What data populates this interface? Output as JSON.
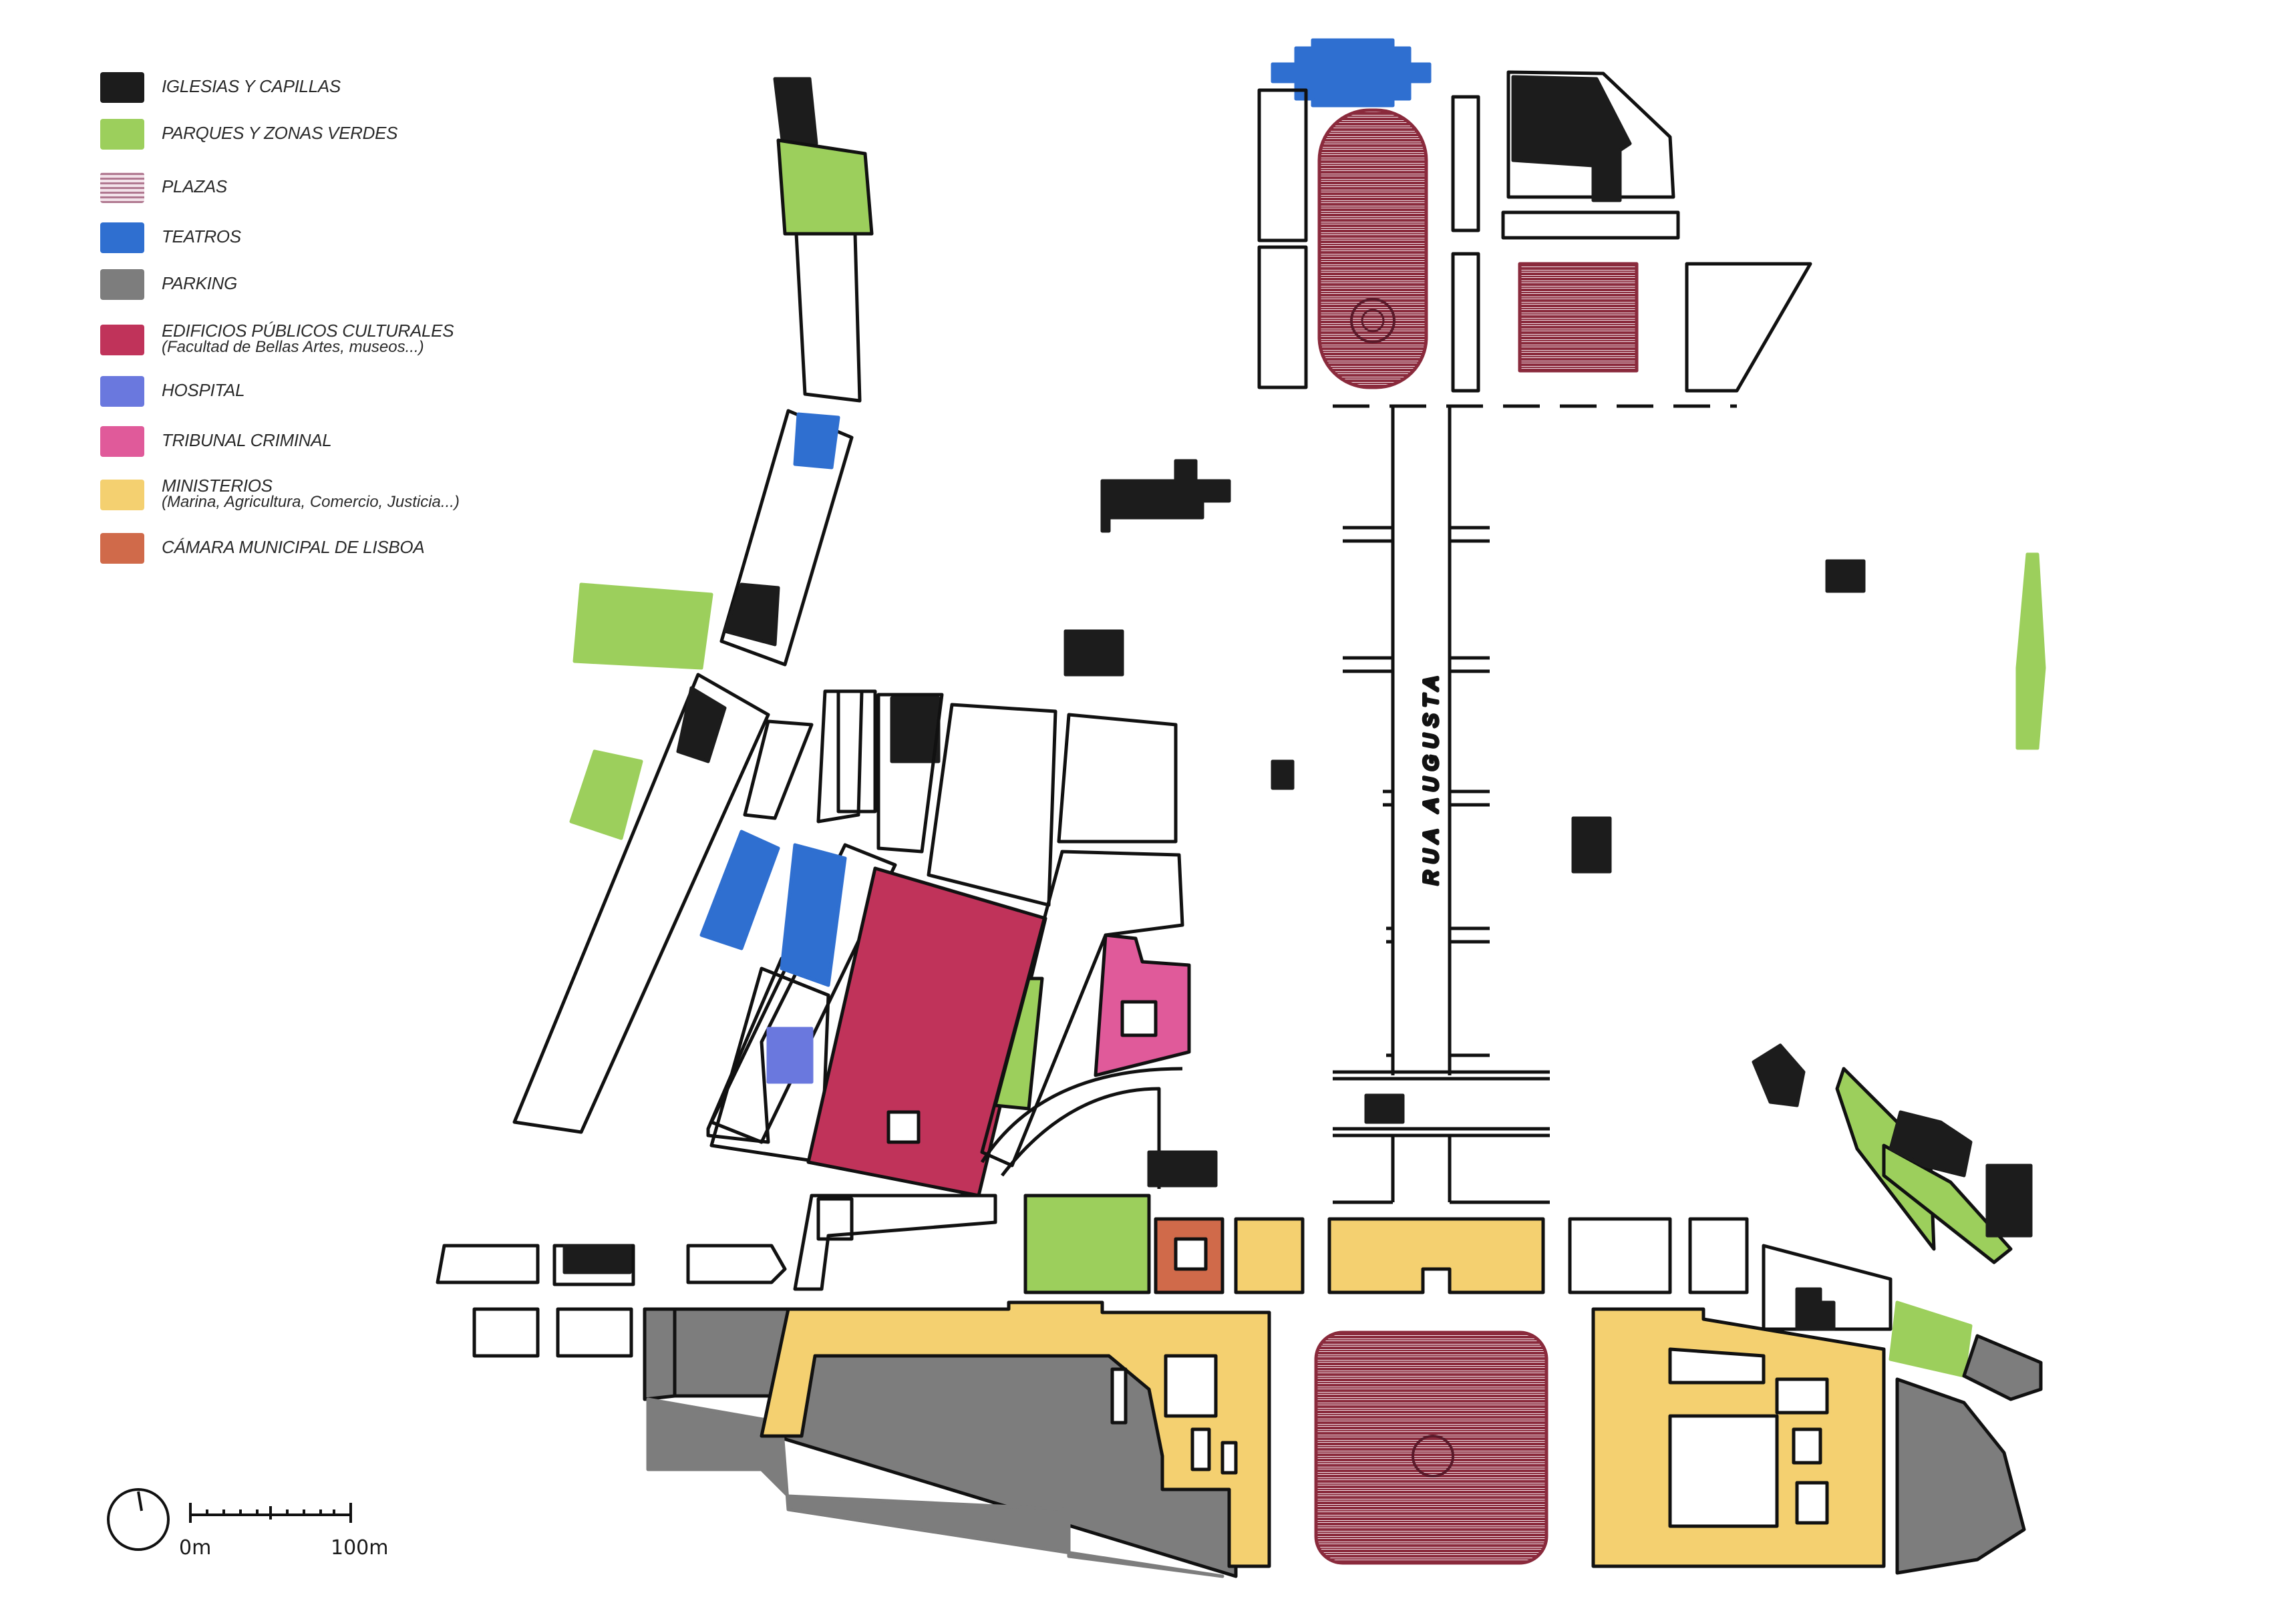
{
  "legend": {
    "items": [
      {
        "label": "IGLESIAS Y CAPILLAS",
        "sub": "",
        "color": "#1c1c1c"
      },
      {
        "label": "PARQUES Y ZONAS VERDES",
        "sub": "",
        "color": "#9ccf5c"
      },
      {
        "label": "PLAZAS",
        "sub": "",
        "color": "#c9a4b4"
      },
      {
        "label": "TEATROS",
        "sub": "",
        "color": "#2f6fd0"
      },
      {
        "label": "PARKING",
        "sub": "",
        "color": "#7d7d7d"
      },
      {
        "label": "EDIFICIOS PÚBLICOS CULTURALES",
        "sub": "(Facultad de Bellas Artes, museos...)",
        "color": "#c0335a"
      },
      {
        "label": "HOSPITAL",
        "sub": "",
        "color": "#6a78de"
      },
      {
        "label": "TRIBUNAL CRIMINAL",
        "sub": "",
        "color": "#e05a9a"
      },
      {
        "label": "MINISTERIOS",
        "sub": "(Marina, Agricultura, Comercio, Justicia...)",
        "color": "#f4d070"
      },
      {
        "label": "CÁMARA MUNICIPAL DE LISBOA",
        "sub": "",
        "color": "#d06a4a"
      }
    ]
  },
  "map": {
    "street_name": "RUA AUGUSTA",
    "colors": {
      "church": "#1c1c1c",
      "green": "#9ccf5c",
      "plaza": "#8a2a3c",
      "theatre": "#2f6fd0",
      "parking": "#7d7d7d",
      "cultural": "#c0335a",
      "hospital": "#6a78de",
      "tribunal": "#e05a9a",
      "ministry": "#f4d070",
      "camara": "#d06a4a",
      "outline": "#111111"
    }
  },
  "scale": {
    "start_label": "0m",
    "end_label": "100m"
  }
}
